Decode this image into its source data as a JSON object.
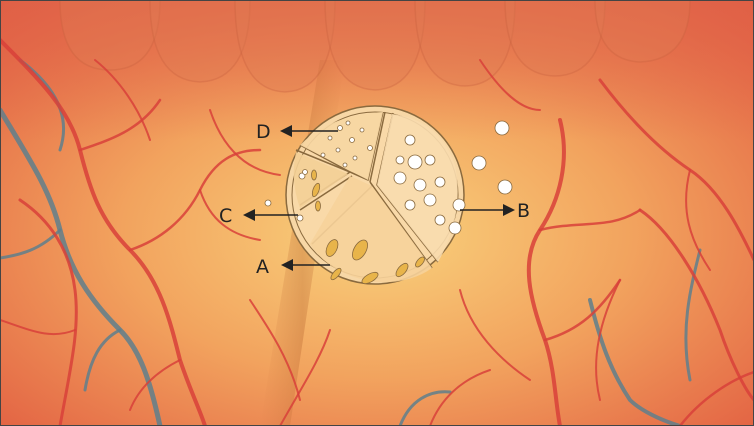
{
  "labels": {
    "a": "A",
    "b": "B",
    "c": "C",
    "d": "D"
  },
  "colors": {
    "background_center": "#f7c470",
    "background_edge": "#e0503a",
    "artery": "#d8413a",
    "vein": "#5f7f8c",
    "tissue_fill": "#f7cc96",
    "tissue_outline": "#8a6a3e",
    "pore_fill": "#e8b44a"
  }
}
